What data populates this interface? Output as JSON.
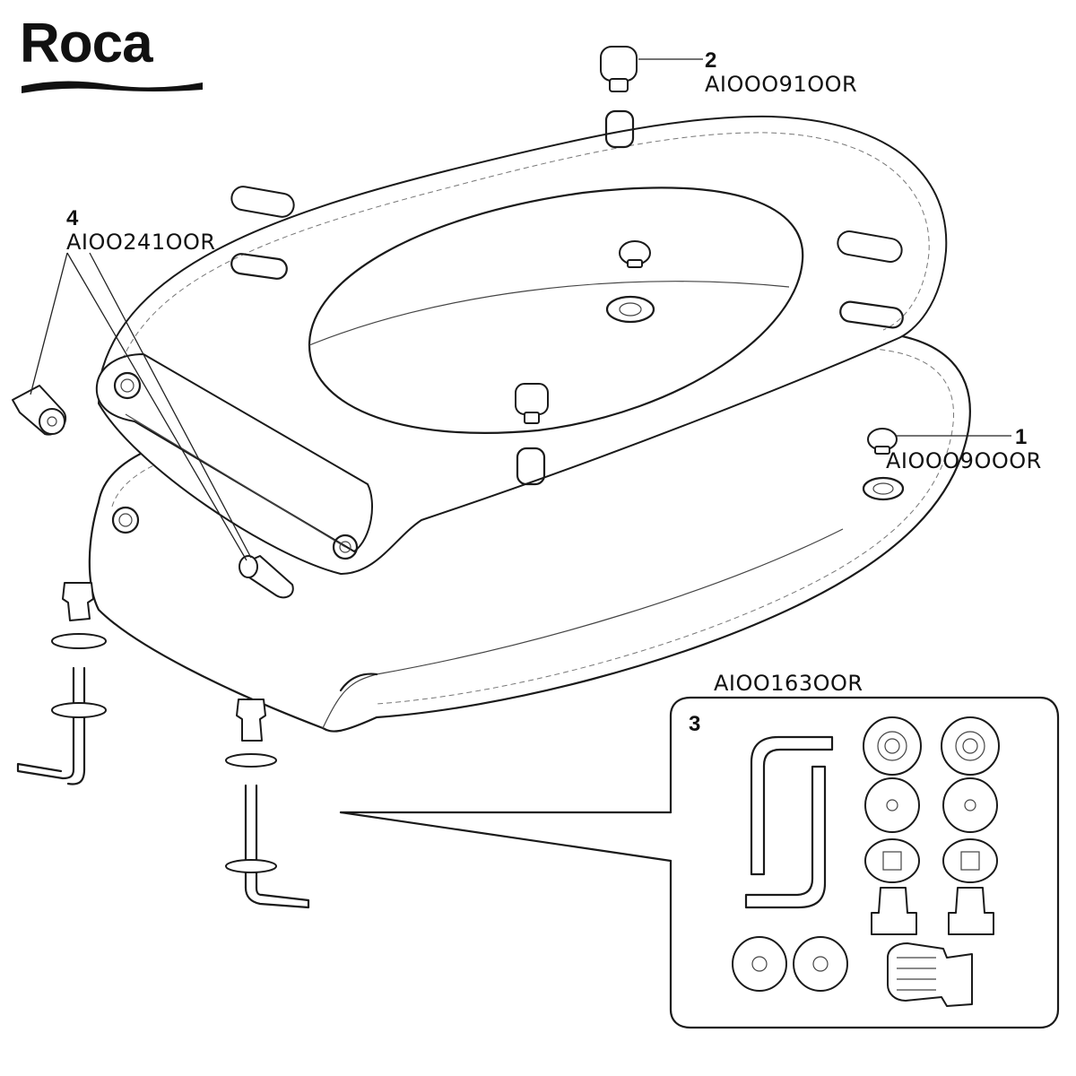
{
  "brand": {
    "logo_text": "Roca"
  },
  "parts": [
    {
      "number": "1",
      "code": "AIOOO9OOOR"
    },
    {
      "number": "2",
      "code": "AIOOO91OOR"
    },
    {
      "number": "3",
      "code": "AIOO163OOR"
    },
    {
      "number": "4",
      "code": "AIOO241OOR"
    }
  ],
  "colors": {
    "line": "#1a1a1a",
    "background": "#ffffff",
    "dashed": "#777777"
  }
}
